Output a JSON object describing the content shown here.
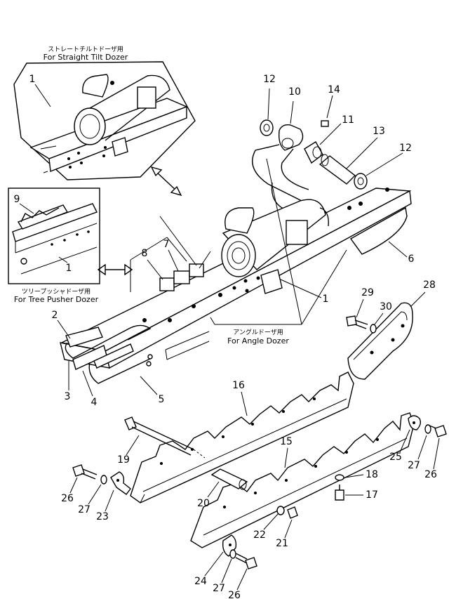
{
  "captions": {
    "straight_tilt_jp": "ストレートチルトドーザ用",
    "straight_tilt_en": "For Straight Tilt Dozer",
    "tree_pusher_jp": "ツリープッシャドーザ用",
    "tree_pusher_en": "For Tree Pusher Dozer",
    "angle_jp": "アングルドーザ用",
    "angle_en": "For Angle Dozer"
  },
  "part_numbers": {
    "p1_inset_tilt": "1",
    "p9": "9",
    "p1_inset_pusher": "1",
    "p12_a": "12",
    "p10": "10",
    "p14": "14",
    "p11": "11",
    "p13": "13",
    "p12_b": "12",
    "p8": "8",
    "p7": "7",
    "p6": "6",
    "p1_main": "1",
    "p29": "29",
    "p28": "28",
    "p30": "30",
    "p2": "2",
    "p3": "3",
    "p4": "4",
    "p5": "5",
    "p16": "16",
    "p19": "19",
    "p15": "15",
    "p25": "25",
    "p27_a": "27",
    "p26_a": "26",
    "p18": "18",
    "p17": "17",
    "p26_b": "26",
    "p27_b": "27",
    "p23": "23",
    "p20": "20",
    "p22": "22",
    "p21": "21",
    "p24": "24",
    "p27_c": "27",
    "p26_c": "26"
  }
}
